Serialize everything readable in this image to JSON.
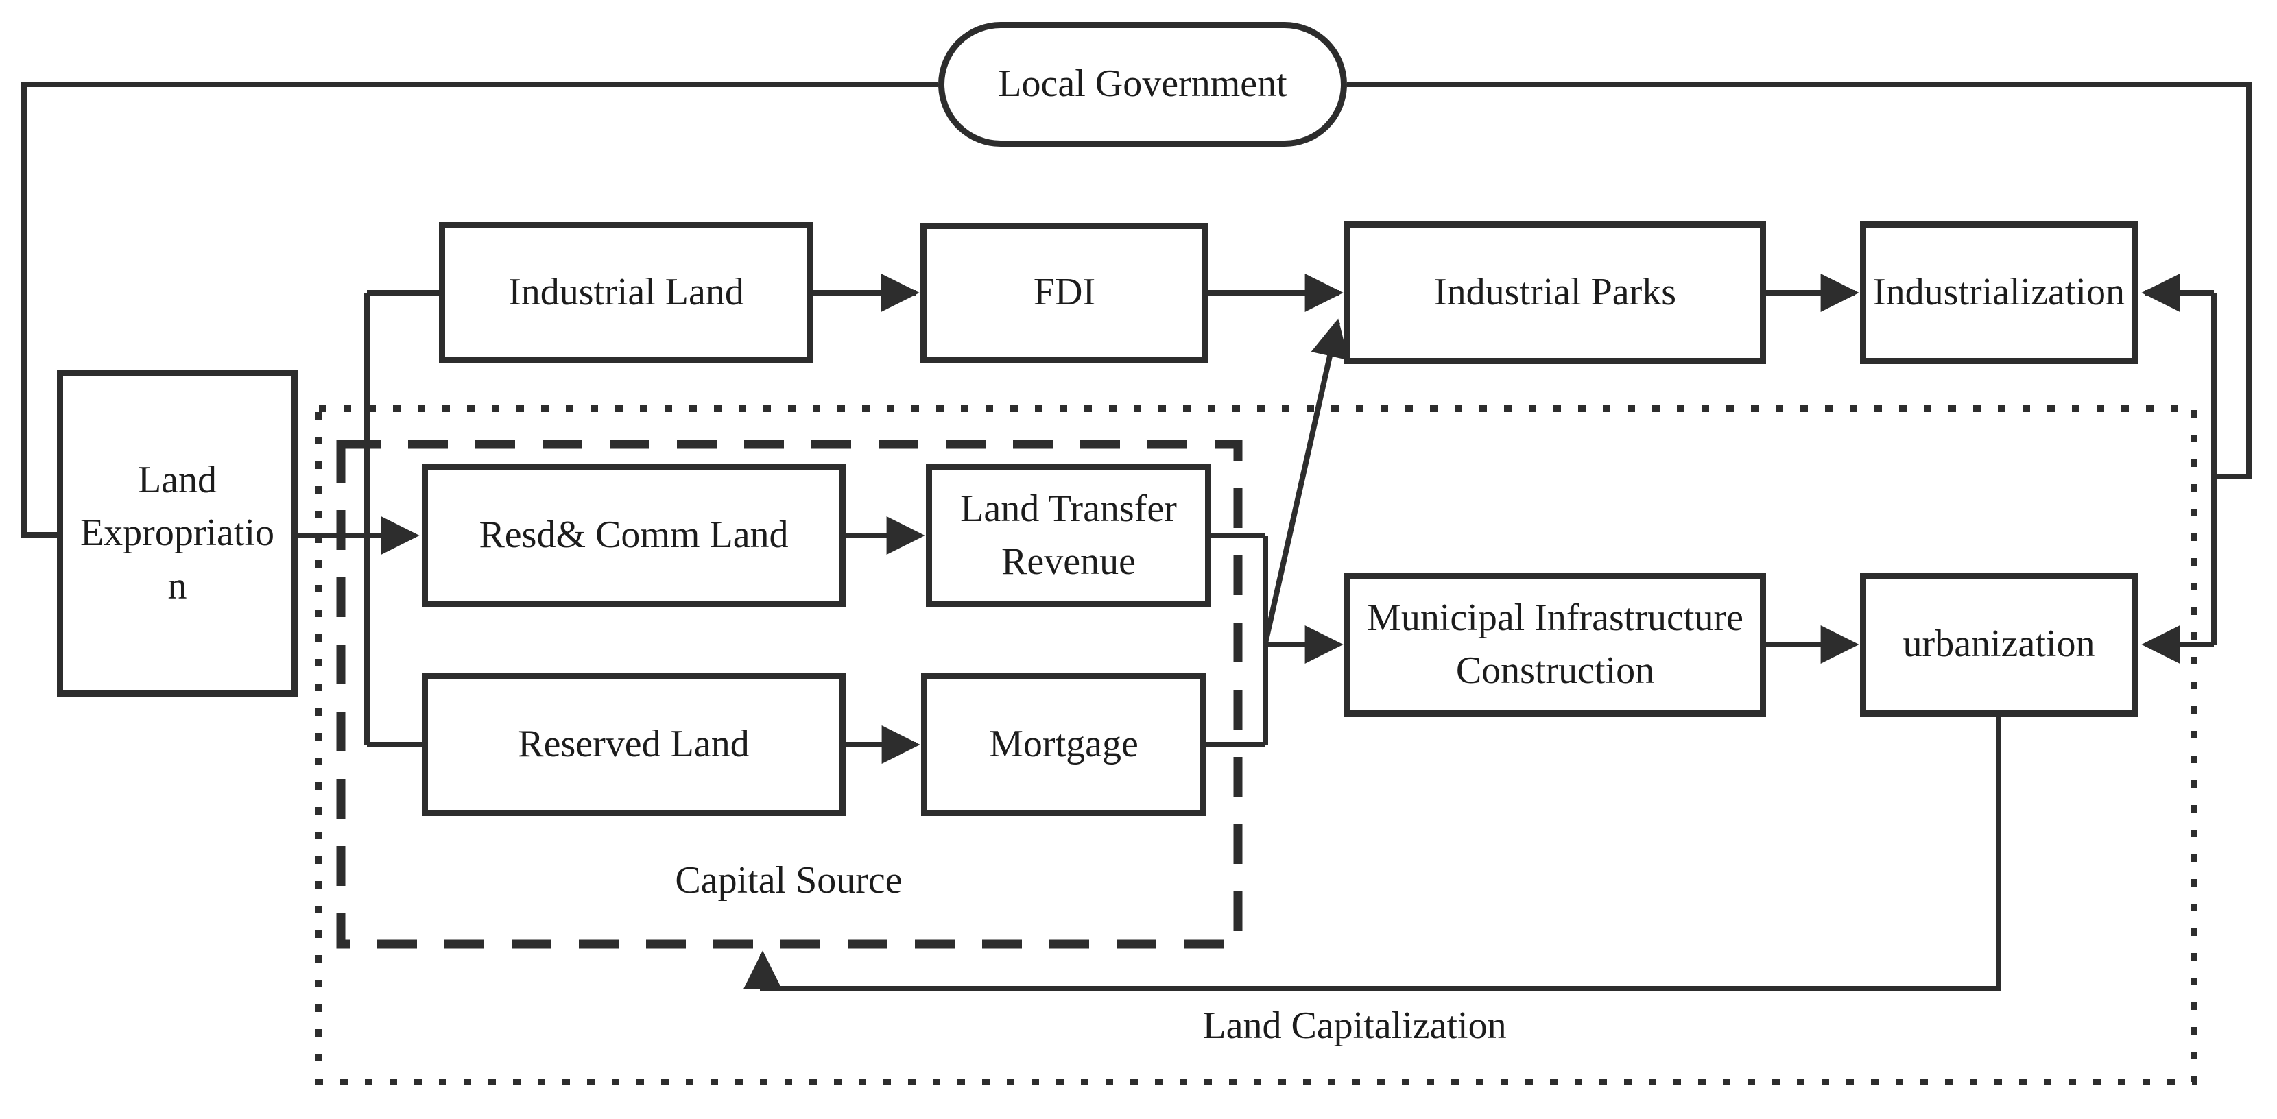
{
  "diagram": {
    "background_color": "#ffffff",
    "stroke_color": "#2d2d2d",
    "text_color": "#1c1c1c",
    "nodes": {
      "local_government": {
        "label": "Local Government",
        "shape": "rounded-pill"
      },
      "land_expropriation": {
        "label": "Land Expropriation",
        "lines": [
          "Land",
          "Expropriatio",
          "n"
        ]
      },
      "industrial_land": {
        "label": "Industrial Land"
      },
      "fdi": {
        "label": "FDI"
      },
      "industrial_parks": {
        "label": "Industrial Parks"
      },
      "industrialization": {
        "label": "Industrialization"
      },
      "resd_comm_land": {
        "label": "Resd& Comm Land"
      },
      "land_transfer_revenue": {
        "label": "Land Transfer Revenue",
        "lines": [
          "Land Transfer",
          "Revenue"
        ]
      },
      "reserved_land": {
        "label": "Reserved Land"
      },
      "mortgage": {
        "label": "Mortgage"
      },
      "municipal_infrastructure_construction": {
        "label": "Municipal Infrastructure Construction",
        "lines": [
          "Municipal Infrastructure",
          "Construction"
        ]
      },
      "urbanization": {
        "label": "urbanization"
      }
    },
    "groups": {
      "capital_source": {
        "label": "Capital Source",
        "border_style": "dashed"
      },
      "land_capitalization": {
        "label": "Land Capitalization",
        "border_style": "dotted"
      }
    },
    "edges": [
      "Local Government -> Land Expropriation",
      "Land Expropriation -> Resd& Comm Land (arrow)",
      "Land Expropriation -> Industrial Land (branch)",
      "Land Expropriation -> Reserved Land (branch)",
      "Industrial Land -> FDI (arrow)",
      "FDI -> Industrial Parks (arrow)",
      "Industrial Parks -> Industrialization (arrow)",
      "Resd& Comm Land -> Land Transfer Revenue (arrow)",
      "Reserved Land -> Mortgage (arrow)",
      "Land Transfer Revenue + Mortgage -> Municipal Infrastructure Construction (arrow)",
      "Capital Source junction -> Industrial Parks (diagonal arrow)",
      "Municipal Infrastructure Construction -> urbanization (arrow)",
      "Local Government -> Industrialization (arrow)",
      "Local Government -> urbanization (arrow)",
      "urbanization -> Capital Source box (return arrow)"
    ]
  }
}
